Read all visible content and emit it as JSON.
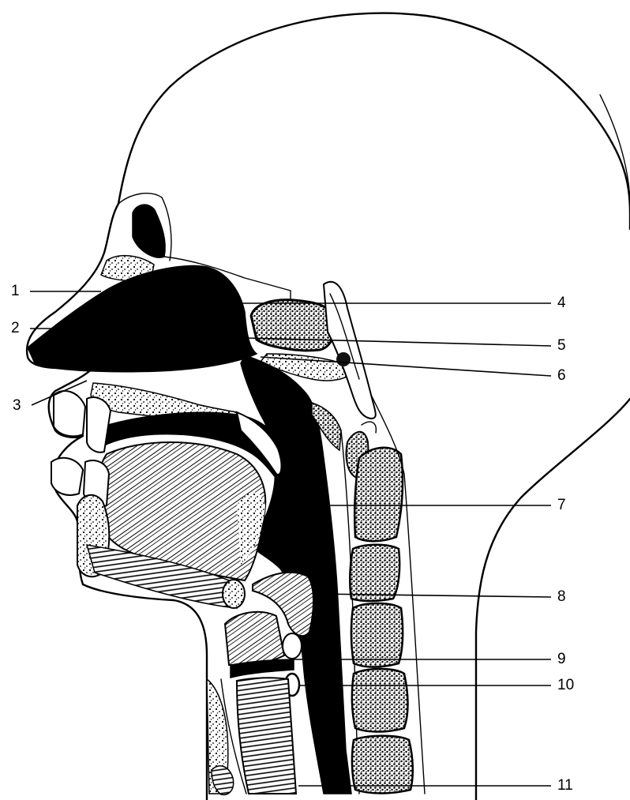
{
  "figure": {
    "labels": [
      "1",
      "2",
      "3",
      "4",
      "5",
      "6",
      "7",
      "8",
      "9",
      "10",
      "11"
    ]
  }
}
